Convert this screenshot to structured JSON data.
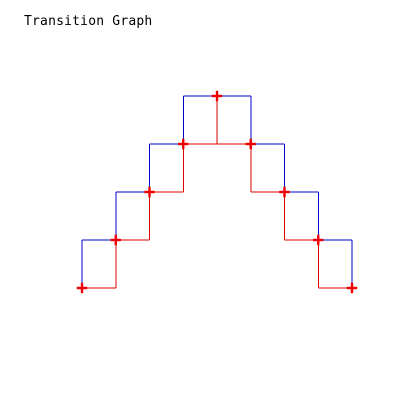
{
  "title": "Transition Graph",
  "colors": {
    "background": "#ffffff",
    "title": "#000000",
    "path_a": "#0000cc",
    "path_b": "#dd0000",
    "marker": "#ee0000"
  },
  "graph": {
    "levels": 5,
    "nodes": [
      {
        "col": 0,
        "level": 0
      },
      {
        "col": 1,
        "level": 1
      },
      {
        "col": 2,
        "level": 2
      },
      {
        "col": 3,
        "level": 3
      },
      {
        "col": 4,
        "level": 4
      },
      {
        "col": 5,
        "level": 3
      },
      {
        "col": 6,
        "level": 2
      },
      {
        "col": 7,
        "level": 1
      },
      {
        "col": 8,
        "level": 0
      }
    ]
  }
}
